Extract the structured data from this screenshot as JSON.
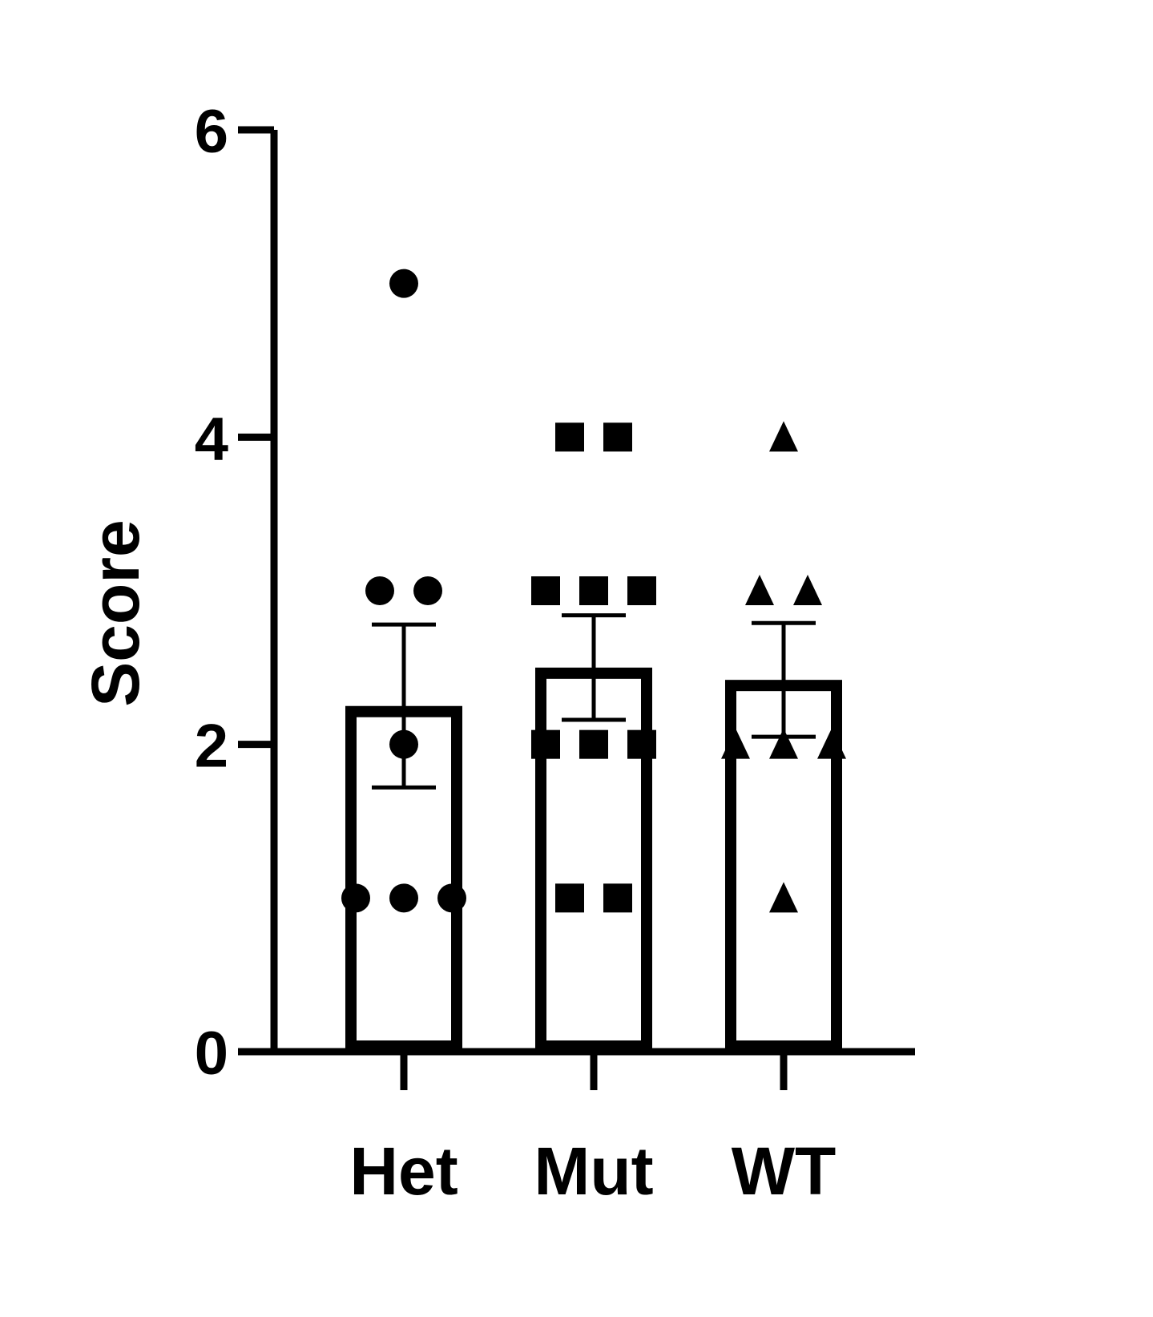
{
  "chart_data": {
    "type": "bar",
    "ylabel": "Score",
    "ylim": [
      0,
      6
    ],
    "yticks": [
      0,
      2,
      4,
      6
    ],
    "yticklabels": [
      "0",
      "2",
      "4",
      "6"
    ],
    "categories": [
      "Het",
      "Mut",
      "WT"
    ],
    "values": [
      2.25,
      2.5,
      2.42
    ],
    "error": [
      0.53,
      0.34,
      0.37
    ],
    "points": [
      {
        "category": "Het",
        "marker": "circle",
        "values": [
          5,
          3,
          3,
          2,
          1,
          1,
          1
        ]
      },
      {
        "category": "Mut",
        "marker": "square",
        "values": [
          4,
          4,
          3,
          3,
          3,
          2,
          2,
          2,
          1,
          1
        ]
      },
      {
        "category": "WT",
        "marker": "triangle",
        "values": [
          4,
          3,
          3,
          2,
          2,
          2,
          1
        ]
      }
    ],
    "grid": false,
    "legend": "none",
    "colors": {
      "ink": "#000000",
      "bar_fill": "#ffffff"
    }
  }
}
